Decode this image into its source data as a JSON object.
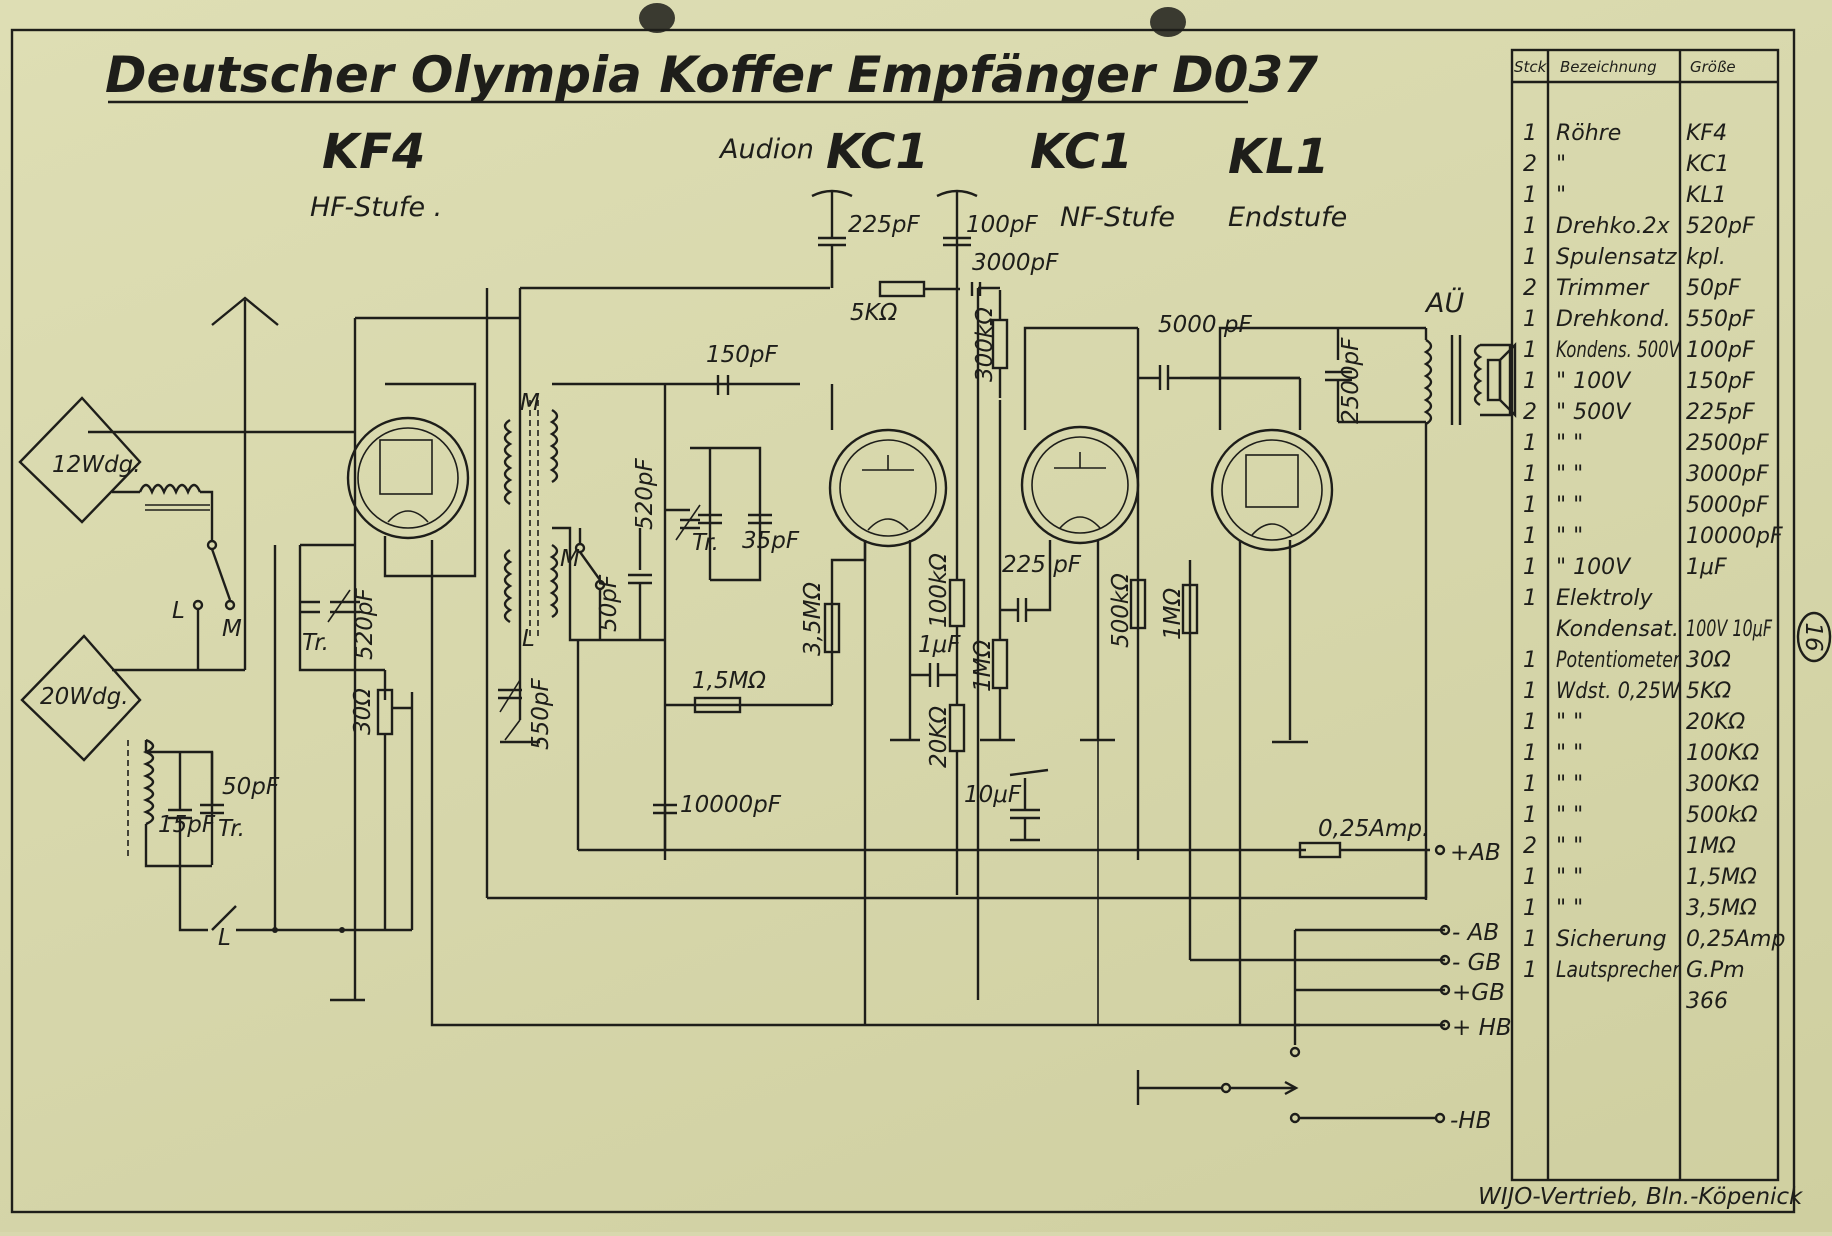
{
  "title": "Deutscher Olympia Koffer Empfänger D037",
  "tubes": {
    "kf4": "KF4",
    "audion_prefix": "Audion",
    "kc1_a": "KC1",
    "kc1_b": "KC1",
    "kl1": "KL1"
  },
  "stages": {
    "hf": "HF-Stufe .",
    "nf": "NF-Stufe",
    "end": "Endstufe"
  },
  "labels": {
    "c225": "225pF",
    "c100": "100pF",
    "c3000": "3000pF",
    "r5k": "5KΩ",
    "c150": "150pF",
    "r300k": "300kΩ",
    "c5000": "5000 pF",
    "au": "AÜ",
    "c2500": "2500pF",
    "w12": "12Wdg.",
    "w20": "20Wdg.",
    "L1": "L",
    "M1": "M",
    "tr1": "Tr.",
    "c520a": "520pF",
    "r30": "30Ω",
    "M_coil": "M",
    "L_coil": "L",
    "c550": "550pF",
    "M_sw": "M",
    "c50a": "50pF",
    "c520b": "520pF",
    "tr2": "Tr.",
    "c35": "35pF",
    "r35M": "3,5MΩ",
    "r15M": "1,5MΩ",
    "c10000": "10000pF",
    "r100k": "100kΩ",
    "c1u": "1μF",
    "r1Ma": "1MΩ",
    "r20k": "20KΩ",
    "c10u": "10μF",
    "c225b": "225 pF",
    "r500k": "500kΩ",
    "r1Mb": "1MΩ",
    "c50b": "50pF",
    "c15": "15pF",
    "tr3": "Tr.",
    "L2": "L",
    "fuse": "0,25Amp.",
    "plusAB": "+AB",
    "minusAB": "- AB",
    "minusGB": "- GB",
    "plusGB": "+GB",
    "plusHB": "+ HB",
    "minusHB": "-HB"
  },
  "table": {
    "headers": [
      "Stck",
      "Bezeichnung",
      "Größe"
    ],
    "rows": [
      [
        "1",
        "Röhre",
        "KF4"
      ],
      [
        "2",
        "\"",
        "KC1"
      ],
      [
        "1",
        "\"",
        "KL1"
      ],
      [
        "1",
        "Drehko.2x",
        "520pF"
      ],
      [
        "1",
        "Spulensatz",
        "kpl."
      ],
      [
        "2",
        "Trimmer",
        "50pF"
      ],
      [
        "1",
        "Drehkond.",
        "550pF"
      ],
      [
        "1",
        "Kondens. 500V",
        "100pF"
      ],
      [
        "1",
        "\" 100V",
        "150pF"
      ],
      [
        "2",
        "\" 500V",
        "225pF"
      ],
      [
        "1",
        "\" \"",
        "2500pF"
      ],
      [
        "1",
        "\" \"",
        "3000pF"
      ],
      [
        "1",
        "\" \"",
        "5000pF"
      ],
      [
        "1",
        "\" \"",
        "10000pF"
      ],
      [
        "1",
        "\" 100V",
        "1μF"
      ],
      [
        "1",
        "Elektroly",
        ""
      ],
      [
        "",
        "Kondensat.",
        "100V 10μF"
      ],
      [
        "1",
        "Potentiometer",
        "30Ω"
      ],
      [
        "1",
        "Wdst. 0,25W",
        "5KΩ"
      ],
      [
        "1",
        "\" \"",
        "20KΩ"
      ],
      [
        "1",
        "\" \"",
        "100KΩ"
      ],
      [
        "1",
        "\" \"",
        "300KΩ"
      ],
      [
        "1",
        "\" \"",
        "500kΩ"
      ],
      [
        "2",
        "\" \"",
        "1MΩ"
      ],
      [
        "1",
        "\" \"",
        "1,5MΩ"
      ],
      [
        "1",
        "\" \"",
        "3,5MΩ"
      ],
      [
        "1",
        "Sicherung",
        "0,25Amp"
      ],
      [
        "1",
        "Lautsprecher",
        "G.Pm"
      ],
      [
        "",
        "",
        "366"
      ]
    ]
  },
  "footer": "WIJO-Vertrieb, Bln.-Köpenick",
  "page_number": "16"
}
